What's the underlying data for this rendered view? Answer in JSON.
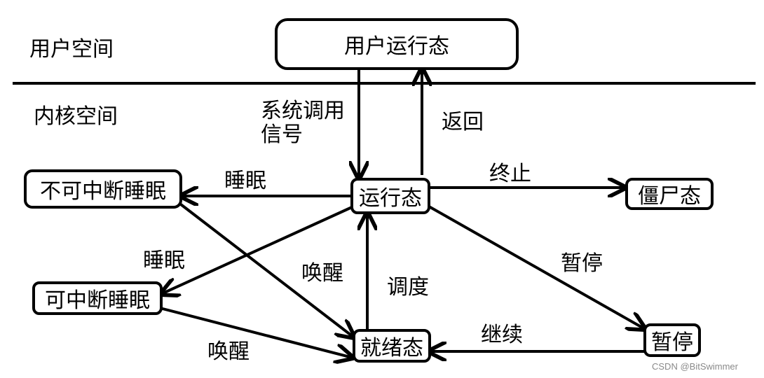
{
  "regions": {
    "user_space": "用户空间",
    "kernel_space": "内核空间"
  },
  "states": {
    "user_running": "用户运行态",
    "running": "运行态",
    "uninterruptible_sleep": "不可中断睡眠",
    "interruptible_sleep": "可中断睡眠",
    "zombie": "僵尸态",
    "ready": "就绪态",
    "stopped": "暂停"
  },
  "transitions": {
    "syscall_signal": "系统调用\n信号",
    "return": "返回",
    "sleep_uninterruptible": "睡眠",
    "sleep_interruptible": "睡眠",
    "terminate": "终止",
    "wakeup_from_uninterruptible": "唤醒",
    "schedule": "调度",
    "pause": "暂停",
    "wakeup_from_interruptible": "唤醒",
    "continue": "继续"
  },
  "watermark": "CSDN @BitSwimmer"
}
